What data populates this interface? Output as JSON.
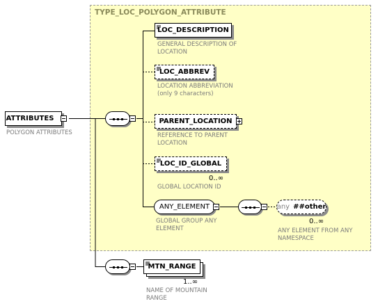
{
  "complex_type": {
    "label": "TYPE_LOC_POLYGON_ATTRIBUTE"
  },
  "root": {
    "name": "ATTRIBUTES",
    "doc": "POLYGON ATTRIBUTES"
  },
  "elements": {
    "loc_description": {
      "name": "LOC_DESCRIPTION",
      "doc": "GENERAL DESCRIPTION OF LOCATION"
    },
    "loc_abbrev": {
      "name": "LOC_ABBREV",
      "doc": "LOCATION ABBREVIATION (only 9 characters)"
    },
    "parent_location": {
      "name": "PARENT_LOCATION",
      "doc": "REFERENCE TO PARENT LOCATION"
    },
    "loc_id_global": {
      "name": "LOC_ID_GLOBAL",
      "occurs": "0..∞",
      "doc": "GLOBAL LOCATION ID"
    },
    "any_element": {
      "name": "ANY_ELEMENT",
      "doc": "GLOBAL GROUP ANY ELEMENT"
    },
    "any_other": {
      "prefix": "any",
      "namespace": "##other",
      "occurs": "0..∞",
      "doc": "ANY ELEMENT FROM ANY NAMESPACE"
    },
    "mtn_range": {
      "name": "MTN_RANGE",
      "occurs": "1..∞",
      "doc": "NAME OF MOUNTAIN RANGE"
    }
  },
  "colors": {
    "type_fill": "#ffffc6",
    "type_border": "#9a9a9a",
    "shadow": "#8c8c8c"
  }
}
